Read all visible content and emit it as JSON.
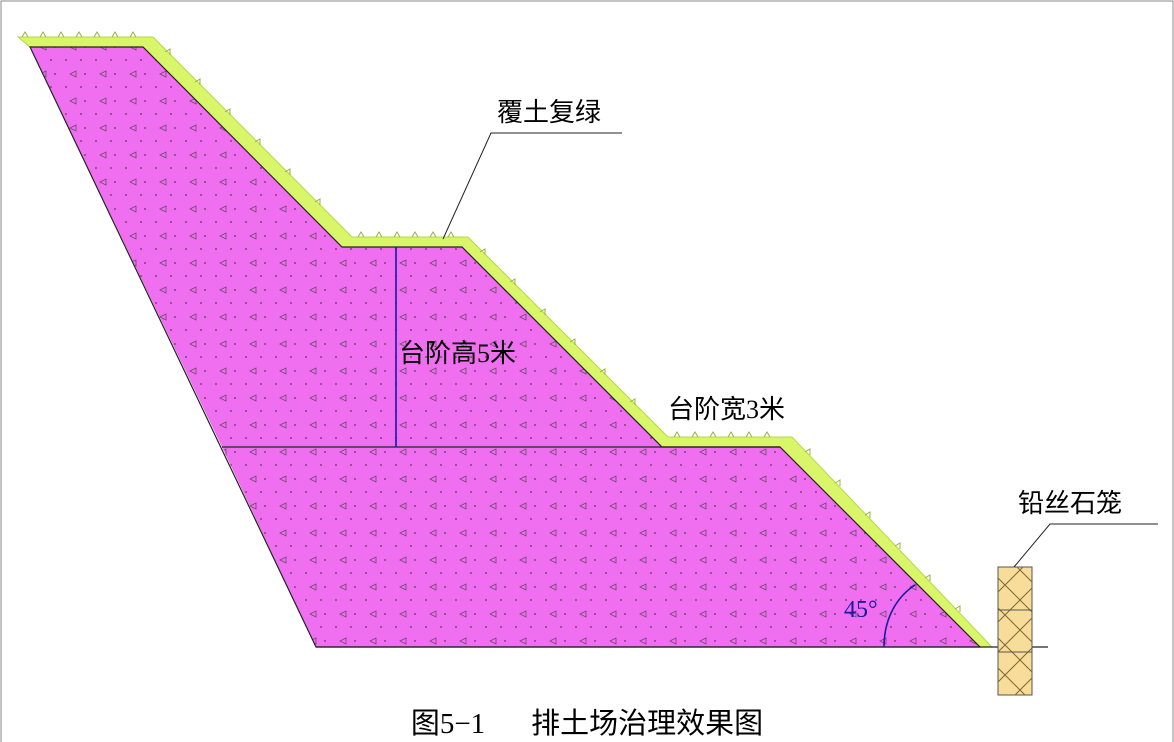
{
  "labels": {
    "cover_greening": "覆土复绿",
    "step_height": "台阶高5米",
    "step_width": "台阶宽3米",
    "gabion": "铅丝石笼",
    "slope_angle": "45°"
  },
  "caption": {
    "number": "图5−1",
    "title": "排土场治理效果图"
  },
  "colors": {
    "fill": "#f06ef0",
    "vegetation": "#d9f56a",
    "gabion": "#f8dc9a",
    "annotation": "#1a1aa0"
  }
}
